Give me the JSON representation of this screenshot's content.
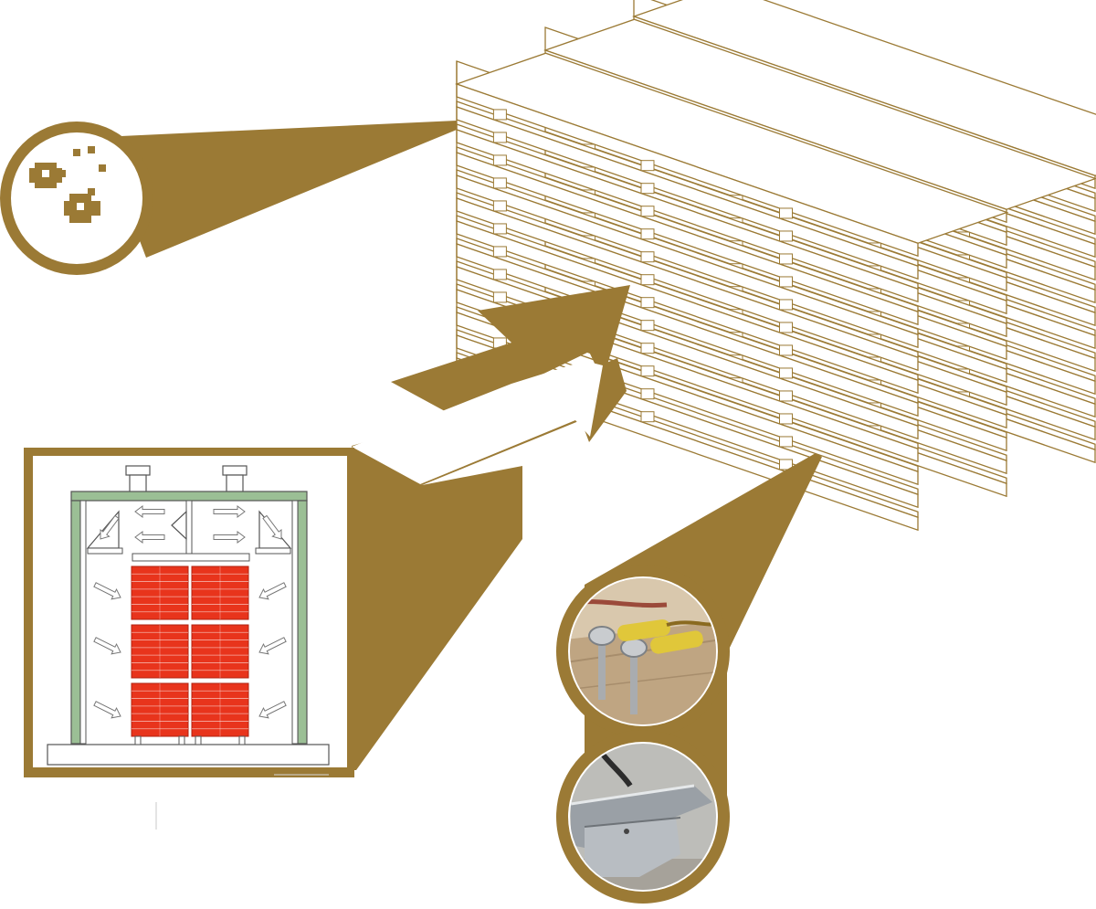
{
  "colors": {
    "gold": "#9b7a35",
    "board_stroke": "#9b7a35",
    "board_fill": "#ffffff",
    "kiln_frame": "#555555",
    "kiln_cover": "#9bbf95",
    "load_red": "#e8341c",
    "airflow_arrow": "#777777",
    "wood_tan": "#cdb79a",
    "sensor_yellow": "#e0c73a",
    "metal_grey": "#9aa0a6"
  },
  "icons": {
    "moisture": "moisture-particles-icon",
    "kiln": "kiln-airflow-cross-section",
    "sensor_pins": "moisture-pin-sensor-photo",
    "sensor_plate": "temperature-plate-sensor-photo"
  },
  "stack": {
    "layers": 13,
    "boards_per_layer": 3
  }
}
